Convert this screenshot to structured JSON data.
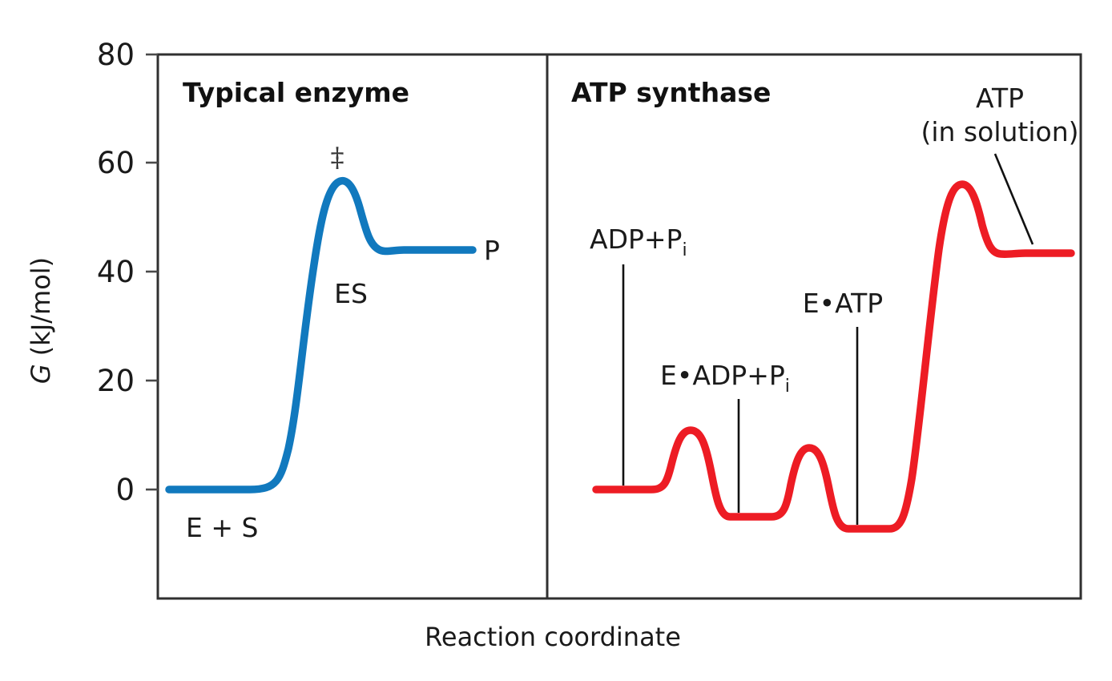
{
  "figure": {
    "background": "#ffffff",
    "axis_color": "#303030"
  },
  "yaxis": {
    "title": "G (kJ/mol)",
    "title_italic_part": "G",
    "title_rest": " (kJ/mol)",
    "ticks": [
      "80",
      "60",
      "40",
      "20",
      "0"
    ],
    "tick_values": [
      80,
      60,
      40,
      20,
      0
    ],
    "range": [
      -12,
      80
    ]
  },
  "xaxis": {
    "title": "Reaction coordinate"
  },
  "panels": [
    {
      "title": "Typical enzyme",
      "color": "#1179BE",
      "labels": [
        {
          "name": "reactant-label",
          "text": "E + S"
        },
        {
          "name": "intermediate-label",
          "text": "ES"
        },
        {
          "name": "transition-state-label",
          "text": "‡"
        },
        {
          "name": "product-label",
          "text": "P"
        }
      ]
    },
    {
      "title": "ATP synthase",
      "color": "#ED1C24",
      "labels": [
        {
          "name": "substrate-label",
          "text_main": "ADP+P",
          "text_sub": "i"
        },
        {
          "name": "enzyme-substrate-label",
          "text_main": "E•ADP+P",
          "text_sub": "i"
        },
        {
          "name": "enzyme-product-label",
          "text_main": "E•ATP",
          "text_sub": ""
        },
        {
          "name": "product-label-line1",
          "text_main": "ATP",
          "text_sub": ""
        },
        {
          "name": "product-label-line2",
          "text_main": "(in solution)",
          "text_sub": ""
        }
      ]
    }
  ],
  "chart_data": {
    "type": "line",
    "title": "Free-energy profiles: typical enzyme vs ATP synthase",
    "xlabel": "Reaction coordinate",
    "ylabel": "G (kJ/mol)",
    "ylim": [
      -12,
      80
    ],
    "yticks": [
      0,
      20,
      40,
      60,
      80
    ],
    "grid": false,
    "legend": "none",
    "series": [
      {
        "name": "Typical enzyme",
        "color": "#1179BE",
        "panel": "left",
        "annotations": [
          "E + S",
          "‡",
          "ES",
          "P"
        ],
        "levels": {
          "reactant_plateau": 0,
          "transition_state_peak": 57,
          "product_plateau": 44
        },
        "points": [
          {
            "x": 0.0,
            "y": 0
          },
          {
            "x": 0.18,
            "y": 0
          },
          {
            "x": 0.26,
            "y": 2
          },
          {
            "x": 0.34,
            "y": 16
          },
          {
            "x": 0.42,
            "y": 40
          },
          {
            "x": 0.48,
            "y": 52
          },
          {
            "x": 0.54,
            "y": 57
          },
          {
            "x": 0.6,
            "y": 55
          },
          {
            "x": 0.66,
            "y": 49
          },
          {
            "x": 0.72,
            "y": 44.5
          },
          {
            "x": 0.78,
            "y": 44
          },
          {
            "x": 1.0,
            "y": 44
          }
        ]
      },
      {
        "name": "ATP synthase",
        "color": "#ED1C24",
        "panel": "right",
        "annotations": [
          "ADP+Pi",
          "E•ADP+Pi",
          "E•ATP",
          "ATP (in solution)"
        ],
        "levels": {
          "free_substrate_plateau": 0,
          "first_barrier_peak": 11,
          "bound_substrate_well": -5.5,
          "second_barrier_peak": 8,
          "bound_product_well": -7.5,
          "release_barrier_peak": 56,
          "free_product_plateau": 43.5
        },
        "points": [
          {
            "x": 0.0,
            "y": 0
          },
          {
            "x": 0.1,
            "y": 0
          },
          {
            "x": 0.16,
            "y": 4
          },
          {
            "x": 0.2,
            "y": 11
          },
          {
            "x": 0.25,
            "y": 10
          },
          {
            "x": 0.3,
            "y": -2
          },
          {
            "x": 0.34,
            "y": -5.5
          },
          {
            "x": 0.44,
            "y": -5.5
          },
          {
            "x": 0.49,
            "y": 0
          },
          {
            "x": 0.53,
            "y": 8
          },
          {
            "x": 0.58,
            "y": 7
          },
          {
            "x": 0.63,
            "y": -4
          },
          {
            "x": 0.66,
            "y": -7.5
          },
          {
            "x": 0.76,
            "y": -7.5
          },
          {
            "x": 0.81,
            "y": 6
          },
          {
            "x": 0.86,
            "y": 34
          },
          {
            "x": 0.9,
            "y": 52
          },
          {
            "x": 0.93,
            "y": 56
          },
          {
            "x": 0.96,
            "y": 50
          },
          {
            "x": 0.99,
            "y": 44
          },
          {
            "x": 1.0,
            "y": 43.5
          }
        ]
      }
    ]
  }
}
